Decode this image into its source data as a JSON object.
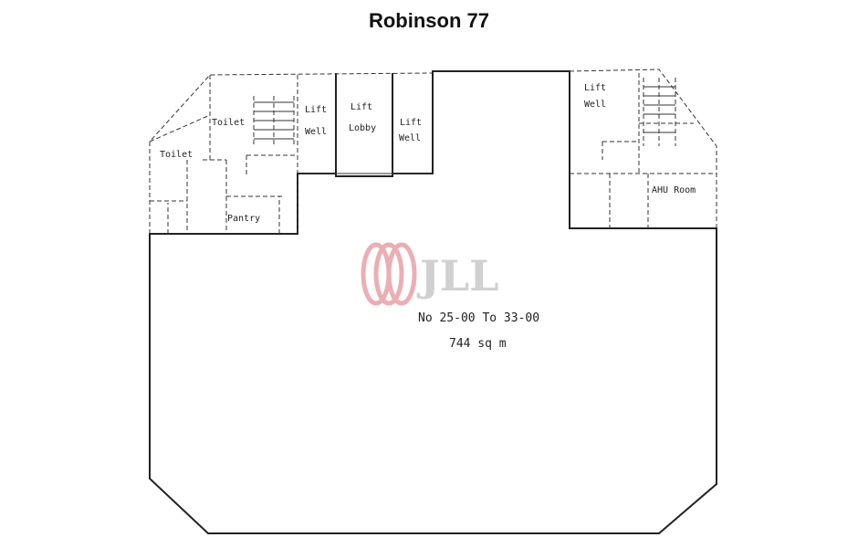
{
  "title": "Robinson 77",
  "rooms": {
    "toilet_left": "Toilet",
    "toilet_right": "Toilet",
    "pantry": "Pantry",
    "lift_well_1_a": "Lift",
    "lift_well_1_b": "Well",
    "lift_lobby_a": "Lift",
    "lift_lobby_b": "Lobby",
    "lift_well_2_a": "Lift",
    "lift_well_2_b": "Well",
    "lift_well_3_a": "Lift",
    "lift_well_3_b": "Well",
    "ahu_room": "AHU Room"
  },
  "unit": {
    "number": "No 25-00 To 33-00",
    "area": "744 sq m"
  },
  "watermark": {
    "brand": "JLL",
    "color_red": "#e8a0a8",
    "color_gray": "#c8c8c8"
  }
}
